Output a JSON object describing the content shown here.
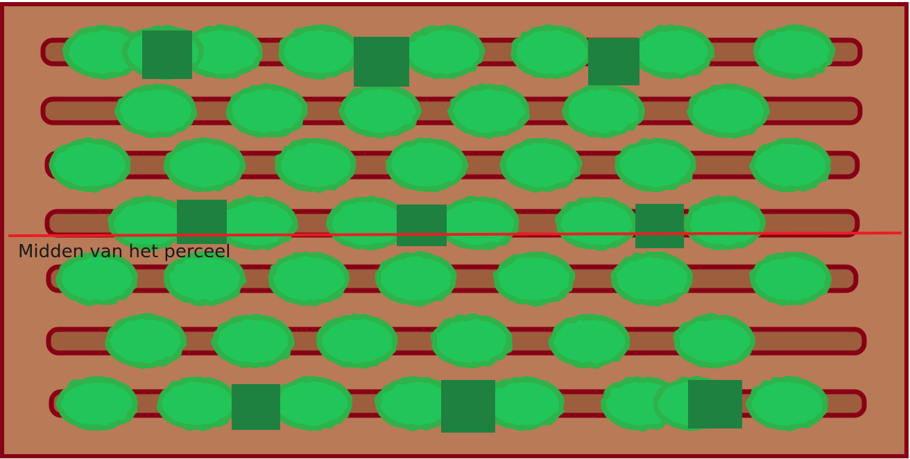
{
  "center_line_label": "Midden van het perceel",
  "colors": {
    "plot_fill": "#b97a57",
    "plot_border": "#880015",
    "bed_fill": "#9c5e3c",
    "bed_border": "#880015",
    "bush_outer": "#2eb24a",
    "bush_inner": "#22c55a",
    "square": "#1e8140",
    "center_line": "#ed1c24"
  },
  "rows": [
    {
      "bushes": 8,
      "squares": 3
    },
    {
      "bushes": 6,
      "squares": 0
    },
    {
      "bushes": 7,
      "squares": 0
    },
    {
      "bushes": 6,
      "squares": 3
    },
    {
      "bushes": 7,
      "squares": 0
    },
    {
      "bushes": 6,
      "squares": 0
    },
    {
      "bushes": 8,
      "squares": 3
    }
  ]
}
